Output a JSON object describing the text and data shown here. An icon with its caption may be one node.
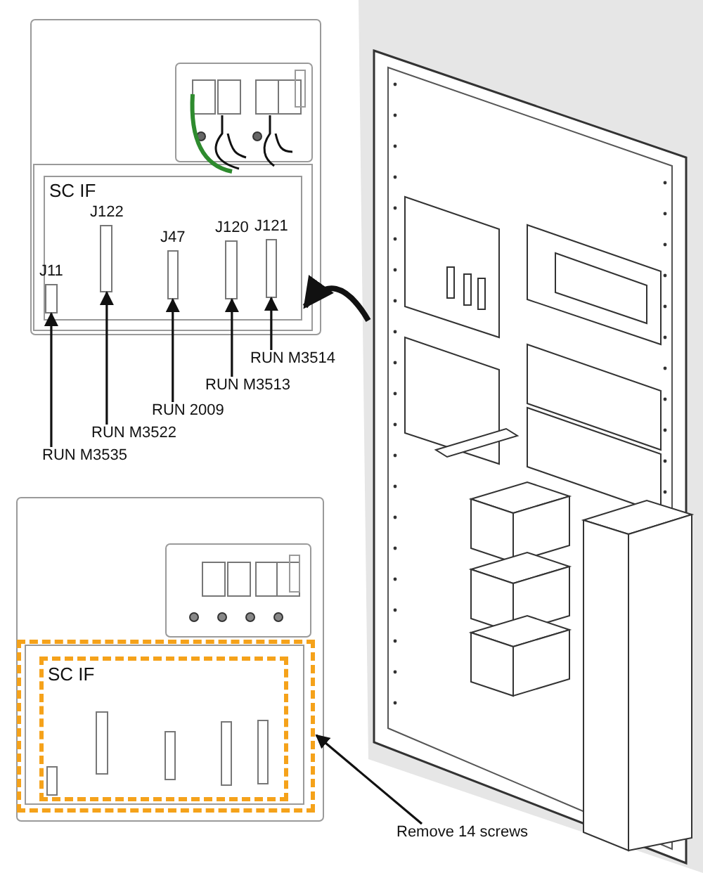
{
  "diagram": {
    "nodes": [
      {
        "text": [],
        "shape": "picture"
      },
      {
        "text": [
          "SC IF"
        ],
        "in": 0
      },
      {
        "text": [
          "J11"
        ],
        "in": 1
      },
      {
        "text": [
          "J122"
        ],
        "in": 1
      },
      {
        "text": [
          "J47"
        ],
        "in": 1
      },
      {
        "text": [
          "J120"
        ],
        "in": 1
      },
      {
        "text": [
          "J121"
        ],
        "in": 1
      },
      {
        "text": [
          "RUN M3535"
        ]
      },
      {
        "text": [
          "RUN M3522"
        ]
      },
      {
        "text": [
          "RUN 2009"
        ]
      },
      {
        "text": [
          "RUN M3513"
        ]
      },
      {
        "text": [
          "RUN M3514"
        ]
      },
      {
        "text": [],
        "shape": "picture"
      },
      {
        "text": [],
        "shape": "picture"
      },
      {
        "text": [],
        "shape": "box",
        "in": 13
      },
      {
        "text": [
          "SC IF"
        ],
        "in": 14
      },
      {
        "text": [],
        "shape": "box",
        "in": 15
      },
      {
        "text": [],
        "shape": "box",
        "in": 15
      },
      {
        "text": [],
        "shape": "box",
        "in": 15
      },
      {
        "text": [],
        "shape": "box",
        "in": 15
      },
      {
        "text": [],
        "shape": "box",
        "in": 15
      },
      {
        "text": [
          "Remove 14 screws"
        ]
      }
    ],
    "edges": [
      {
        "from": 7,
        "to": 2,
        "arrow": "to"
      },
      {
        "from": 8,
        "to": 3,
        "arrow": "to"
      },
      {
        "from": 9,
        "to": 4,
        "arrow": "to"
      },
      {
        "from": 10,
        "to": 5,
        "arrow": "to"
      },
      {
        "from": 11,
        "to": 6,
        "arrow": "to"
      },
      {
        "from": 12,
        "to": 1,
        "arrow": "to",
        "style": "thick"
      },
      {
        "from": 21,
        "to": 14,
        "arrow": "to"
      }
    ]
  }
}
